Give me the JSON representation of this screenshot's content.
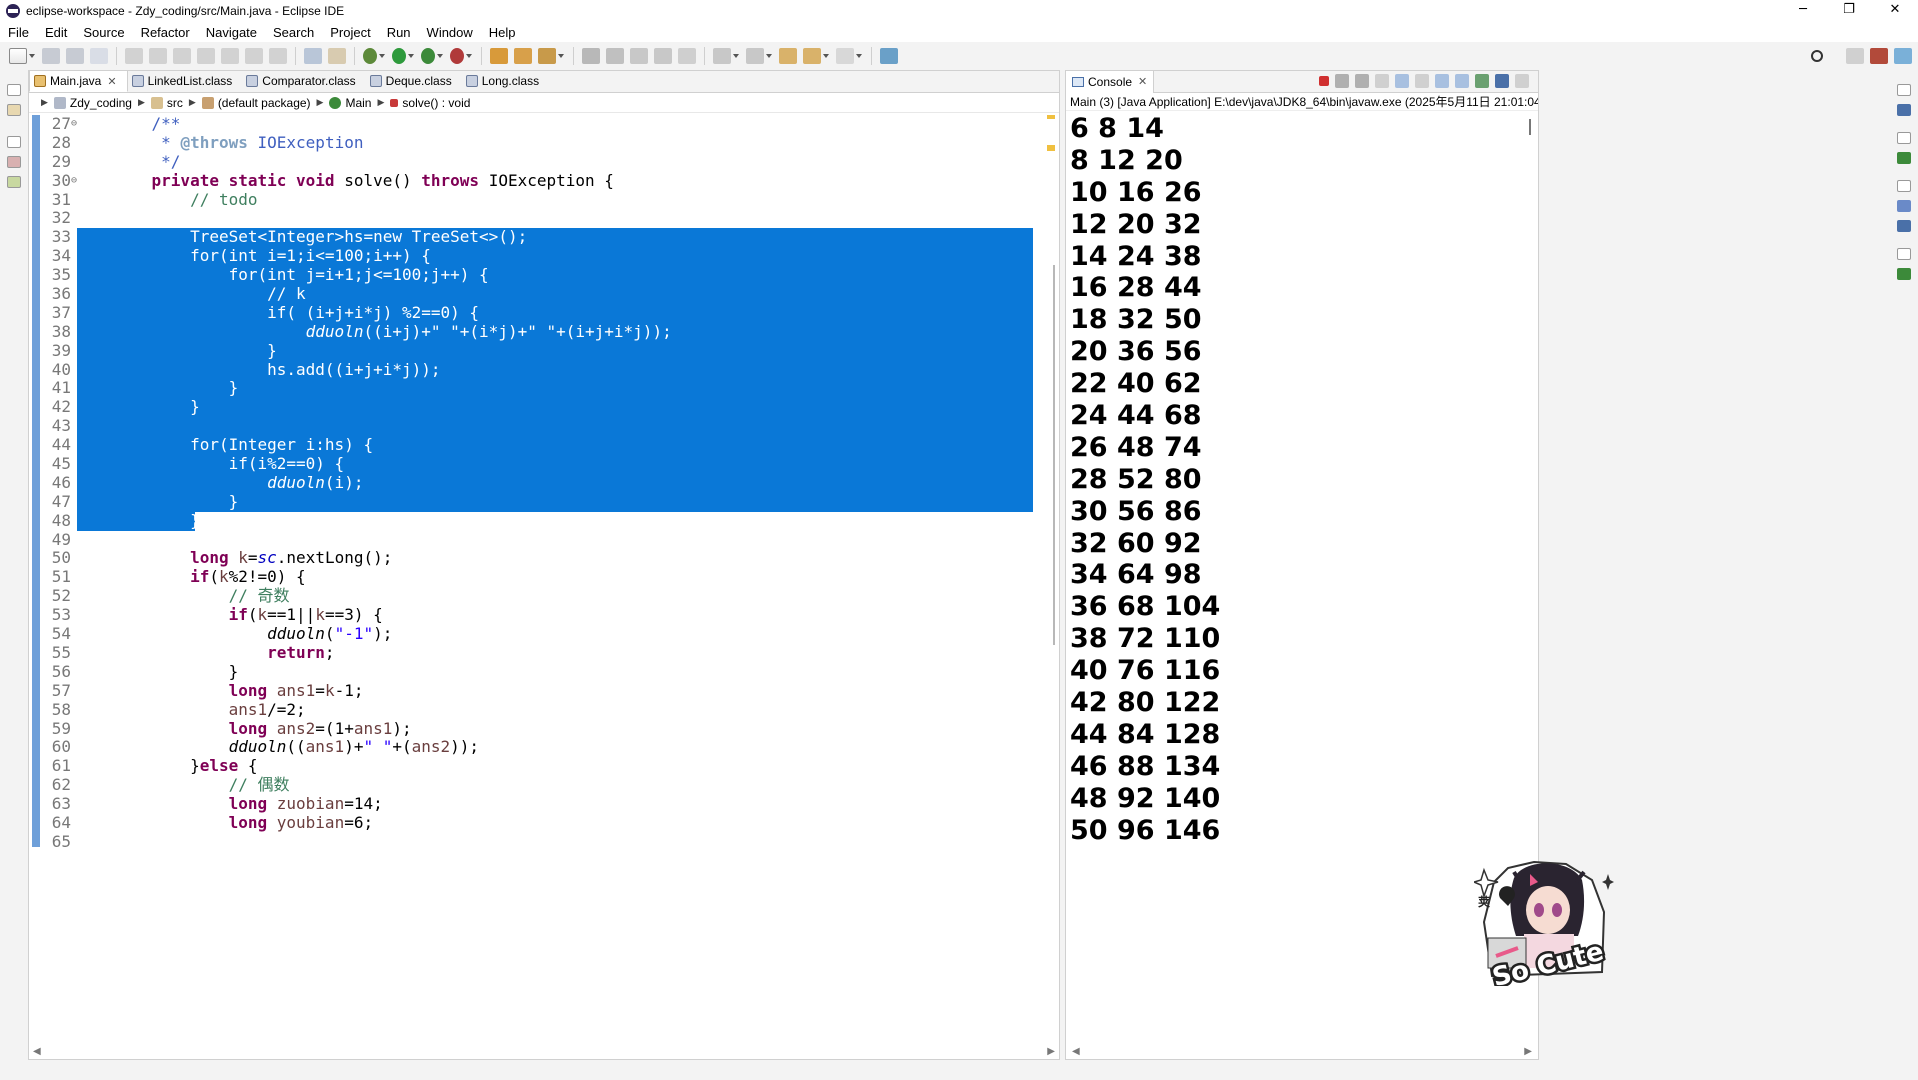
{
  "window": {
    "title": "eclipse-workspace - Zdy_coding/src/Main.java - Eclipse IDE",
    "controls": {
      "minimize": "─",
      "maximize": "❐",
      "close": "✕"
    }
  },
  "menu": [
    "File",
    "Edit",
    "Source",
    "Refactor",
    "Navigate",
    "Search",
    "Project",
    "Run",
    "Window",
    "Help"
  ],
  "editor_tabs": [
    {
      "label": "Main.java",
      "active": true,
      "closable": true
    },
    {
      "label": "LinkedList.class",
      "active": false
    },
    {
      "label": "Comparator.class",
      "active": false
    },
    {
      "label": "Deque.class",
      "active": false
    },
    {
      "label": "Long.class",
      "active": false
    }
  ],
  "breadcrumb": [
    "Zdy_coding",
    "src",
    "(default package)",
    "Main",
    "solve() : void"
  ],
  "code": {
    "first_line": 27,
    "line_numbers": [
      "27",
      "28",
      "29",
      "30",
      "31",
      "32",
      "33",
      "34",
      "35",
      "36",
      "37",
      "38",
      "39",
      "40",
      "41",
      "42",
      "43",
      "44",
      "45",
      "46",
      "47",
      "48",
      "49",
      "50",
      "51",
      "52",
      "53",
      "54",
      "55",
      "56",
      "57",
      "58",
      "59",
      "60",
      "61",
      "62",
      "63",
      "64",
      "65"
    ],
    "selection_range": [
      33,
      48
    ]
  },
  "console": {
    "tab_label": "Console",
    "description": "Main (3) [Java Application] E:\\dev\\java\\JDK8_64\\bin\\javaw.exe  (2025年5月11日 21:01:04)",
    "output": [
      "6 8 14",
      "8 12 20",
      "10 16 26",
      "12 20 32",
      "14 24 38",
      "16 28 44",
      "18 32 50",
      "20 36 56",
      "22 40 62",
      "24 44 68",
      "26 48 74",
      "28 52 80",
      "30 56 86",
      "32 60 92",
      "34 64 98",
      "36 68 104",
      "38 72 110",
      "40 76 116",
      "42 80 122",
      "44 84 128",
      "46 88 134",
      "48 92 140",
      "50 96 146"
    ]
  },
  "sticker": {
    "text": "So Cute"
  },
  "colors": {
    "selection": "#0a78d7",
    "keyword": "#7f0055",
    "comment": "#3f7f5f",
    "javadoc": "#3f5fbf",
    "string": "#2a00ff",
    "field": "#0000c0"
  }
}
